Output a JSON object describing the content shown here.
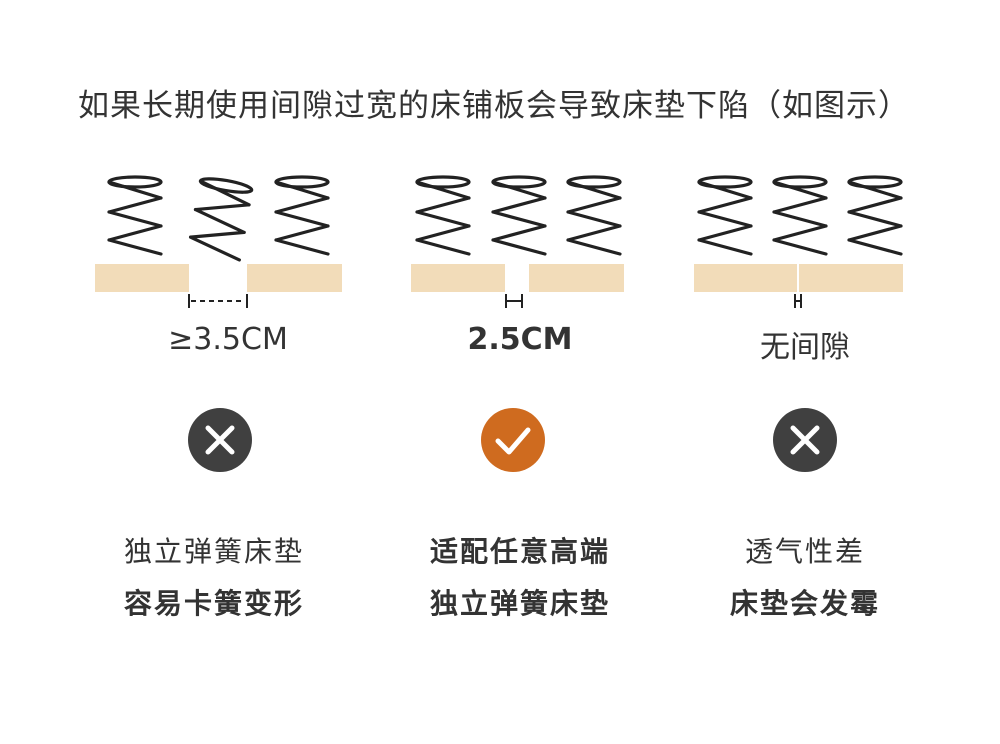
{
  "title": "如果长期使用间隙过宽的床铺板会导致床垫下陷（如图示）",
  "colors": {
    "board": "#f2dcb9",
    "bad": "#404040",
    "good": "#cf6b1f",
    "text": "#333333"
  },
  "columns": [
    {
      "gap_label": "≥3.5CM",
      "status_icon": "cross-icon",
      "line1": "独立弹簧床垫",
      "line2": "容易卡簧变形"
    },
    {
      "gap_label": "2.5CM",
      "status_icon": "check-icon",
      "line1": "适配任意高端",
      "line2": "独立弹簧床垫"
    },
    {
      "gap_label": "无间隙",
      "status_icon": "cross-icon",
      "line1": "透气性差",
      "line2": "床垫会发霉"
    }
  ]
}
